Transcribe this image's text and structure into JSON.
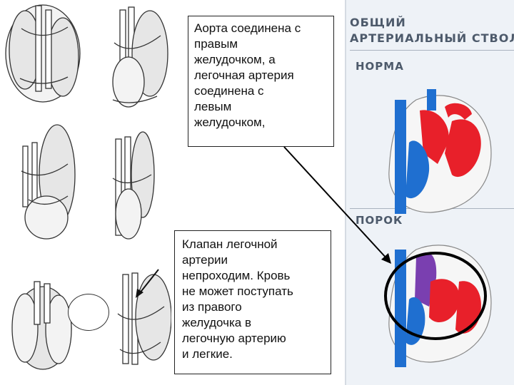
{
  "annotations": {
    "top_box": [
      "Аорта соединена с",
      "правым",
      "желудочком, а",
      "легочная артерия",
      "соединена с",
      "левым",
      "желудочком,"
    ],
    "bottom_box": [
      "Клапан легочной",
      "артерии",
      "непроходим. Кровь",
      "не может поступать",
      "из правого",
      "желудочка в",
      "легочную артерию",
      "и легкие."
    ]
  },
  "panel": {
    "title_line1": "ОБЩИЙ",
    "title_line2": "АРТЕРИАЛЬНЫЙ СТВОЛ",
    "normal_label": "НОРМА",
    "defect_label": "ПОРОК"
  },
  "colors": {
    "arterial": "#e8202a",
    "venous": "#1f6fd0",
    "mixed": "#7a3fb0",
    "sketch": "#333333"
  }
}
